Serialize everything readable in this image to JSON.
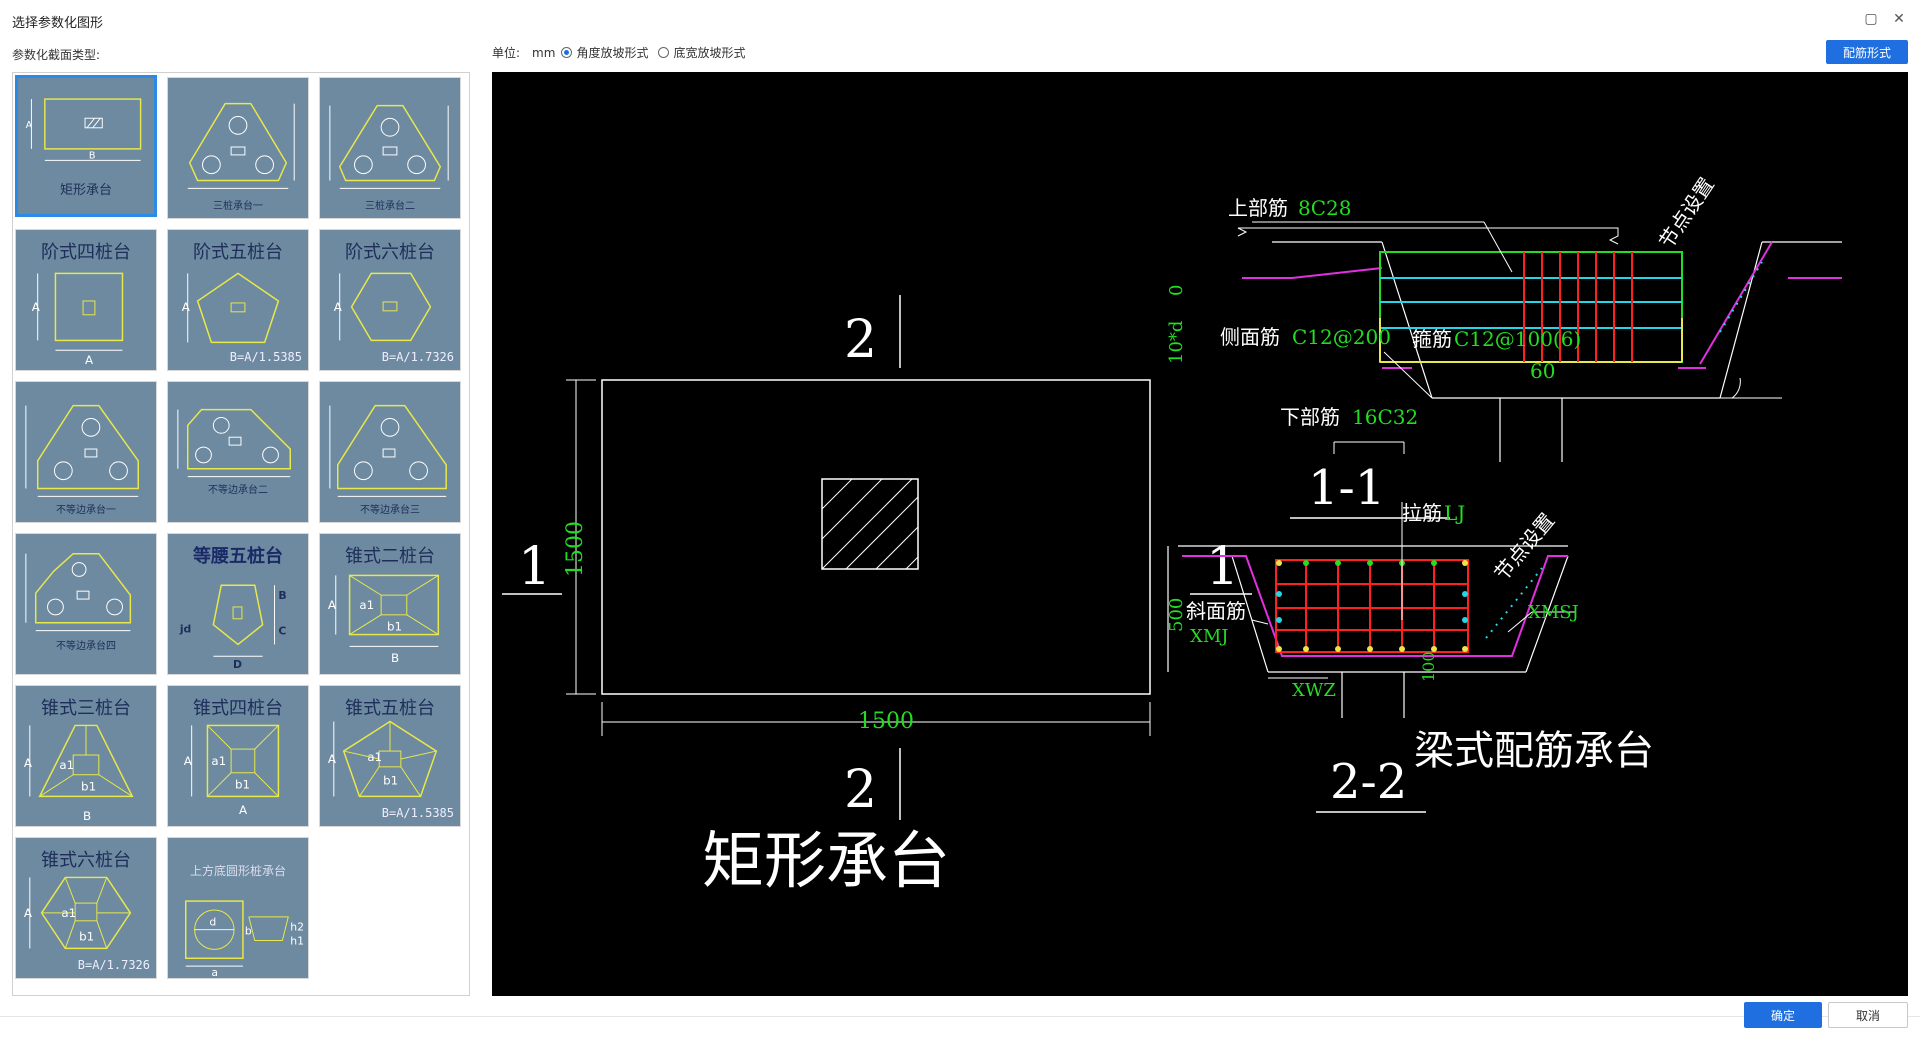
{
  "window": {
    "title": "选择参数化图形"
  },
  "section_label": "参数化截面类型:",
  "unit": {
    "label": "单位:",
    "value": "mm"
  },
  "slope_mode": {
    "options": [
      "角度放坡形式",
      "底宽放坡形式"
    ],
    "selected": "角度放坡形式"
  },
  "buttons": {
    "rebar_mode": "配筋形式",
    "ok": "确定",
    "cancel": "取消"
  },
  "thumbnails": [
    {
      "top": "",
      "bottom": "矩形承台",
      "extra": "",
      "selected": true
    },
    {
      "top": "",
      "bottom": "三桩承台一",
      "extra": "",
      "selected": false
    },
    {
      "top": "",
      "bottom": "三桩承台二",
      "extra": "",
      "selected": false
    },
    {
      "top": "阶式四桩台",
      "bottom": "",
      "extra": "",
      "selected": false
    },
    {
      "top": "阶式五桩台",
      "bottom": "",
      "extra": "B=A/1.5385",
      "selected": false
    },
    {
      "top": "阶式六桩台",
      "bottom": "",
      "extra": "B=A/1.7326",
      "selected": false
    },
    {
      "top": "",
      "bottom": "不等边承台一",
      "extra": "",
      "selected": false
    },
    {
      "top": "",
      "bottom": "不等边承台二",
      "extra": "",
      "selected": false
    },
    {
      "top": "",
      "bottom": "不等边承台三",
      "extra": "",
      "selected": false
    },
    {
      "top": "",
      "bottom": "不等边承台四",
      "extra": "",
      "selected": false
    },
    {
      "top": "等腰五桩台",
      "bottom": "",
      "extra": "",
      "selected": false
    },
    {
      "top": "锥式二桩台",
      "bottom": "",
      "extra": "",
      "selected": false
    },
    {
      "top": "锥式三桩台",
      "bottom": "",
      "extra": "",
      "selected": false
    },
    {
      "top": "锥式四桩台",
      "bottom": "",
      "extra": "",
      "selected": false
    },
    {
      "top": "锥式五桩台",
      "bottom": "",
      "extra": "B=A/1.5385",
      "selected": false
    },
    {
      "top": "锥式六桩台",
      "bottom": "",
      "extra": "B=A/1.7326",
      "selected": false
    },
    {
      "top": "上方底圆形桩承台",
      "bottom": "",
      "extra": "",
      "selected": false
    }
  ],
  "thumb_labels": {
    "A": "A",
    "B": "B",
    "C": "C",
    "D": "D",
    "jd": "jd",
    "a1": "a1",
    "b1": "b1",
    "a": "a",
    "b": "b",
    "d": "d",
    "h1": "h1",
    "h2": "h2"
  },
  "drawing": {
    "plan_title": "矩形承台",
    "dim_width": "1500",
    "dim_height": "1500",
    "section_mark_1": "1",
    "section_mark_2": "2",
    "sec11": {
      "title": "1-1",
      "top_bar_label": "上部筋",
      "top_bar_value": "8C28",
      "node_label": "节点设置",
      "side_bar_label": "侧面筋",
      "side_bar_value": "C12@200",
      "stirrup_label": "箍筋",
      "stirrup_value": "C12@100(6)",
      "bottom_bar_label": "下部筋",
      "bottom_bar_value": "16C32",
      "angle": "60",
      "dim_zero": "0",
      "dim_10d": "10*d"
    },
    "sec22": {
      "title": "2-2",
      "tie_label": "拉筋",
      "tie_value": "LJ",
      "node_label": "节点设置",
      "slope_bar_label": "斜面筋",
      "slope_bar_value": "XMJ",
      "xmsj": "XMSJ",
      "xwz": "XWZ",
      "dim_500": "500",
      "dim_100": "100"
    },
    "caption": "梁式配筋承台"
  },
  "colors": {
    "accent": "#1f6fe0",
    "thumb_bg": "#6d8aa0",
    "cad_yellow": "#e8e84a",
    "cad_green": "#22dd22",
    "cad_cyan": "#22d8e8",
    "cad_red": "#ff2020",
    "cad_magenta": "#e030e0"
  }
}
